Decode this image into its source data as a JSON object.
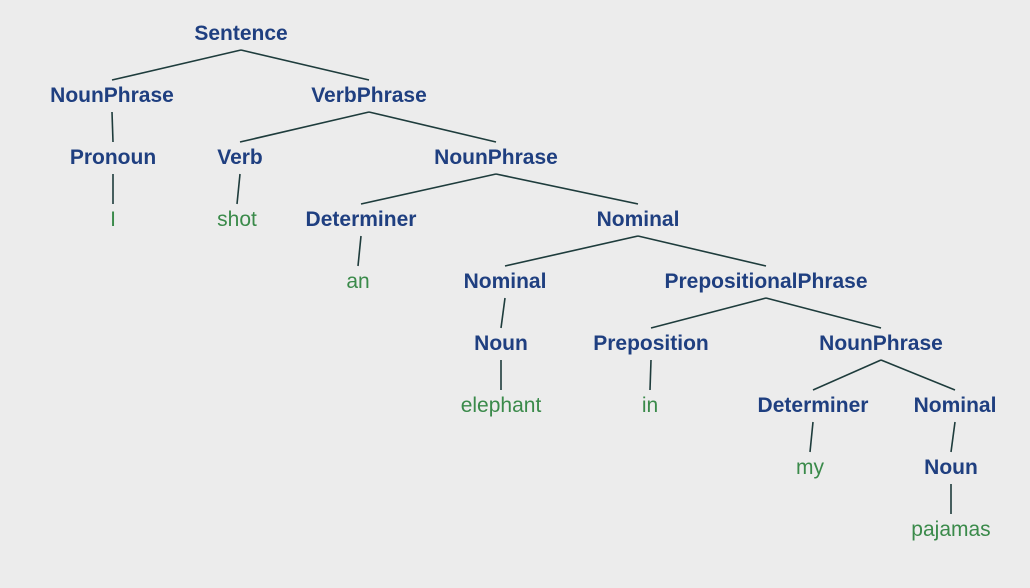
{
  "colors": {
    "background": "#ececec",
    "category_text": "#1f3f80",
    "word_text": "#3a8a4a",
    "edge": "#1e3c3c"
  },
  "tree": {
    "nodes": [
      {
        "id": "s",
        "label": "Sentence",
        "kind": "category"
      },
      {
        "id": "np1",
        "label": "NounPhrase",
        "kind": "category"
      },
      {
        "id": "vp",
        "label": "VerbPhrase",
        "kind": "category"
      },
      {
        "id": "pron",
        "label": "Pronoun",
        "kind": "category"
      },
      {
        "id": "w_i",
        "label": "I",
        "kind": "word"
      },
      {
        "id": "verb",
        "label": "Verb",
        "kind": "category"
      },
      {
        "id": "w_shot",
        "label": "shot",
        "kind": "word"
      },
      {
        "id": "np2",
        "label": "NounPhrase",
        "kind": "category"
      },
      {
        "id": "det1",
        "label": "Determiner",
        "kind": "category"
      },
      {
        "id": "w_an",
        "label": "an",
        "kind": "word"
      },
      {
        "id": "nom1",
        "label": "Nominal",
        "kind": "category"
      },
      {
        "id": "nom2",
        "label": "Nominal",
        "kind": "category"
      },
      {
        "id": "noun1",
        "label": "Noun",
        "kind": "category"
      },
      {
        "id": "w_ele",
        "label": "elephant",
        "kind": "word"
      },
      {
        "id": "pp",
        "label": "PrepositionalPhrase",
        "kind": "category"
      },
      {
        "id": "prep",
        "label": "Preposition",
        "kind": "category"
      },
      {
        "id": "w_in",
        "label": "in",
        "kind": "word"
      },
      {
        "id": "np3",
        "label": "NounPhrase",
        "kind": "category"
      },
      {
        "id": "det2",
        "label": "Determiner",
        "kind": "category"
      },
      {
        "id": "w_my",
        "label": "my",
        "kind": "word"
      },
      {
        "id": "nom3",
        "label": "Nominal",
        "kind": "category"
      },
      {
        "id": "noun2",
        "label": "Noun",
        "kind": "category"
      },
      {
        "id": "w_paj",
        "label": "pajamas",
        "kind": "word"
      }
    ],
    "edges": [
      [
        "s",
        "np1"
      ],
      [
        "s",
        "vp"
      ],
      [
        "np1",
        "pron"
      ],
      [
        "pron",
        "w_i"
      ],
      [
        "vp",
        "verb"
      ],
      [
        "vp",
        "np2"
      ],
      [
        "verb",
        "w_shot"
      ],
      [
        "np2",
        "det1"
      ],
      [
        "np2",
        "nom1"
      ],
      [
        "det1",
        "w_an"
      ],
      [
        "nom1",
        "nom2"
      ],
      [
        "nom1",
        "pp"
      ],
      [
        "nom2",
        "noun1"
      ],
      [
        "noun1",
        "w_ele"
      ],
      [
        "pp",
        "prep"
      ],
      [
        "pp",
        "np3"
      ],
      [
        "prep",
        "w_in"
      ],
      [
        "np3",
        "det2"
      ],
      [
        "np3",
        "nom3"
      ],
      [
        "det2",
        "w_my"
      ],
      [
        "nom3",
        "noun2"
      ],
      [
        "noun2",
        "w_paj"
      ]
    ]
  }
}
